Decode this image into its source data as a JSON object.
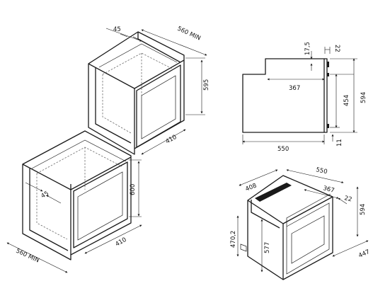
{
  "labels": {
    "top_depth": "45",
    "top_width": "560 MIN",
    "top_height": "595",
    "top_opening": "410",
    "bottom_height": "600",
    "bottom_depth": "45",
    "bottom_opening": "410",
    "bottom_width": "560 MIN",
    "side_17_5": "17,5",
    "side_22": "22",
    "side_367": "367",
    "side_454": "454",
    "side_594": "594",
    "side_550": "550",
    "side_11": "11",
    "iso_408": "408",
    "iso_550": "550",
    "iso_367": "367",
    "iso_22": "22",
    "iso_594": "594",
    "iso_470_2": "470,2",
    "iso_577": "577",
    "iso_447": "447"
  }
}
